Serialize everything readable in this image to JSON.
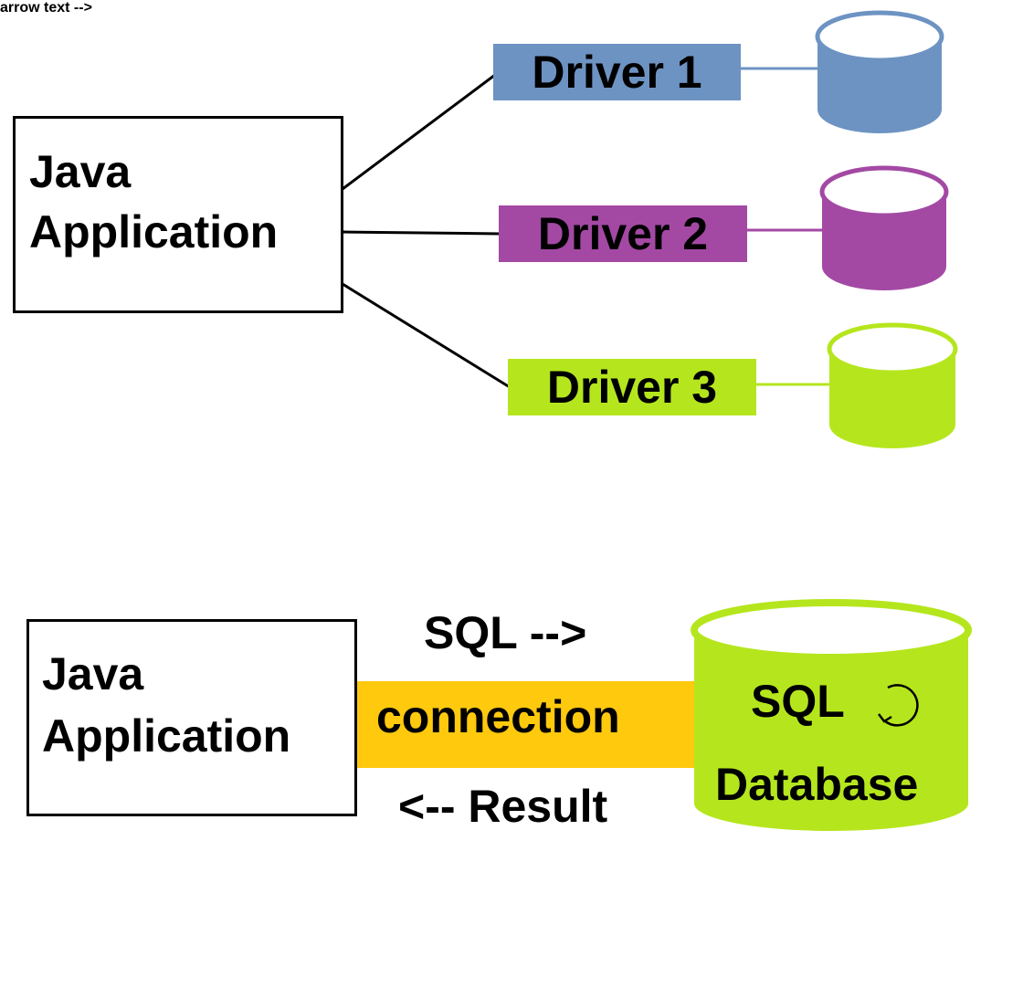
{
  "top_diagram": {
    "app_box": {
      "line1": "Java",
      "line2": "Application"
    },
    "drivers": [
      {
        "label": "Driver 1",
        "color": "#6d93c2"
      },
      {
        "label": "Driver 2",
        "color": "#a349a4"
      },
      {
        "label": "Driver 3",
        "color": "#b5e61d"
      }
    ]
  },
  "bottom_diagram": {
    "app_box": {
      "line1": "Java",
      "line2": "Application"
    },
    "connection": {
      "label": "connection",
      "color": "#ffc90e"
    },
    "sql_arrow": "SQL -->",
    "result_arrow": "<-- Result",
    "database": {
      "line1": "SQL",
      "line2": "Database",
      "color": "#b5e61d",
      "refresh_icon": "refresh-icon"
    }
  },
  "colors": {
    "line": "#000000",
    "db_rim": "#ffffff"
  }
}
